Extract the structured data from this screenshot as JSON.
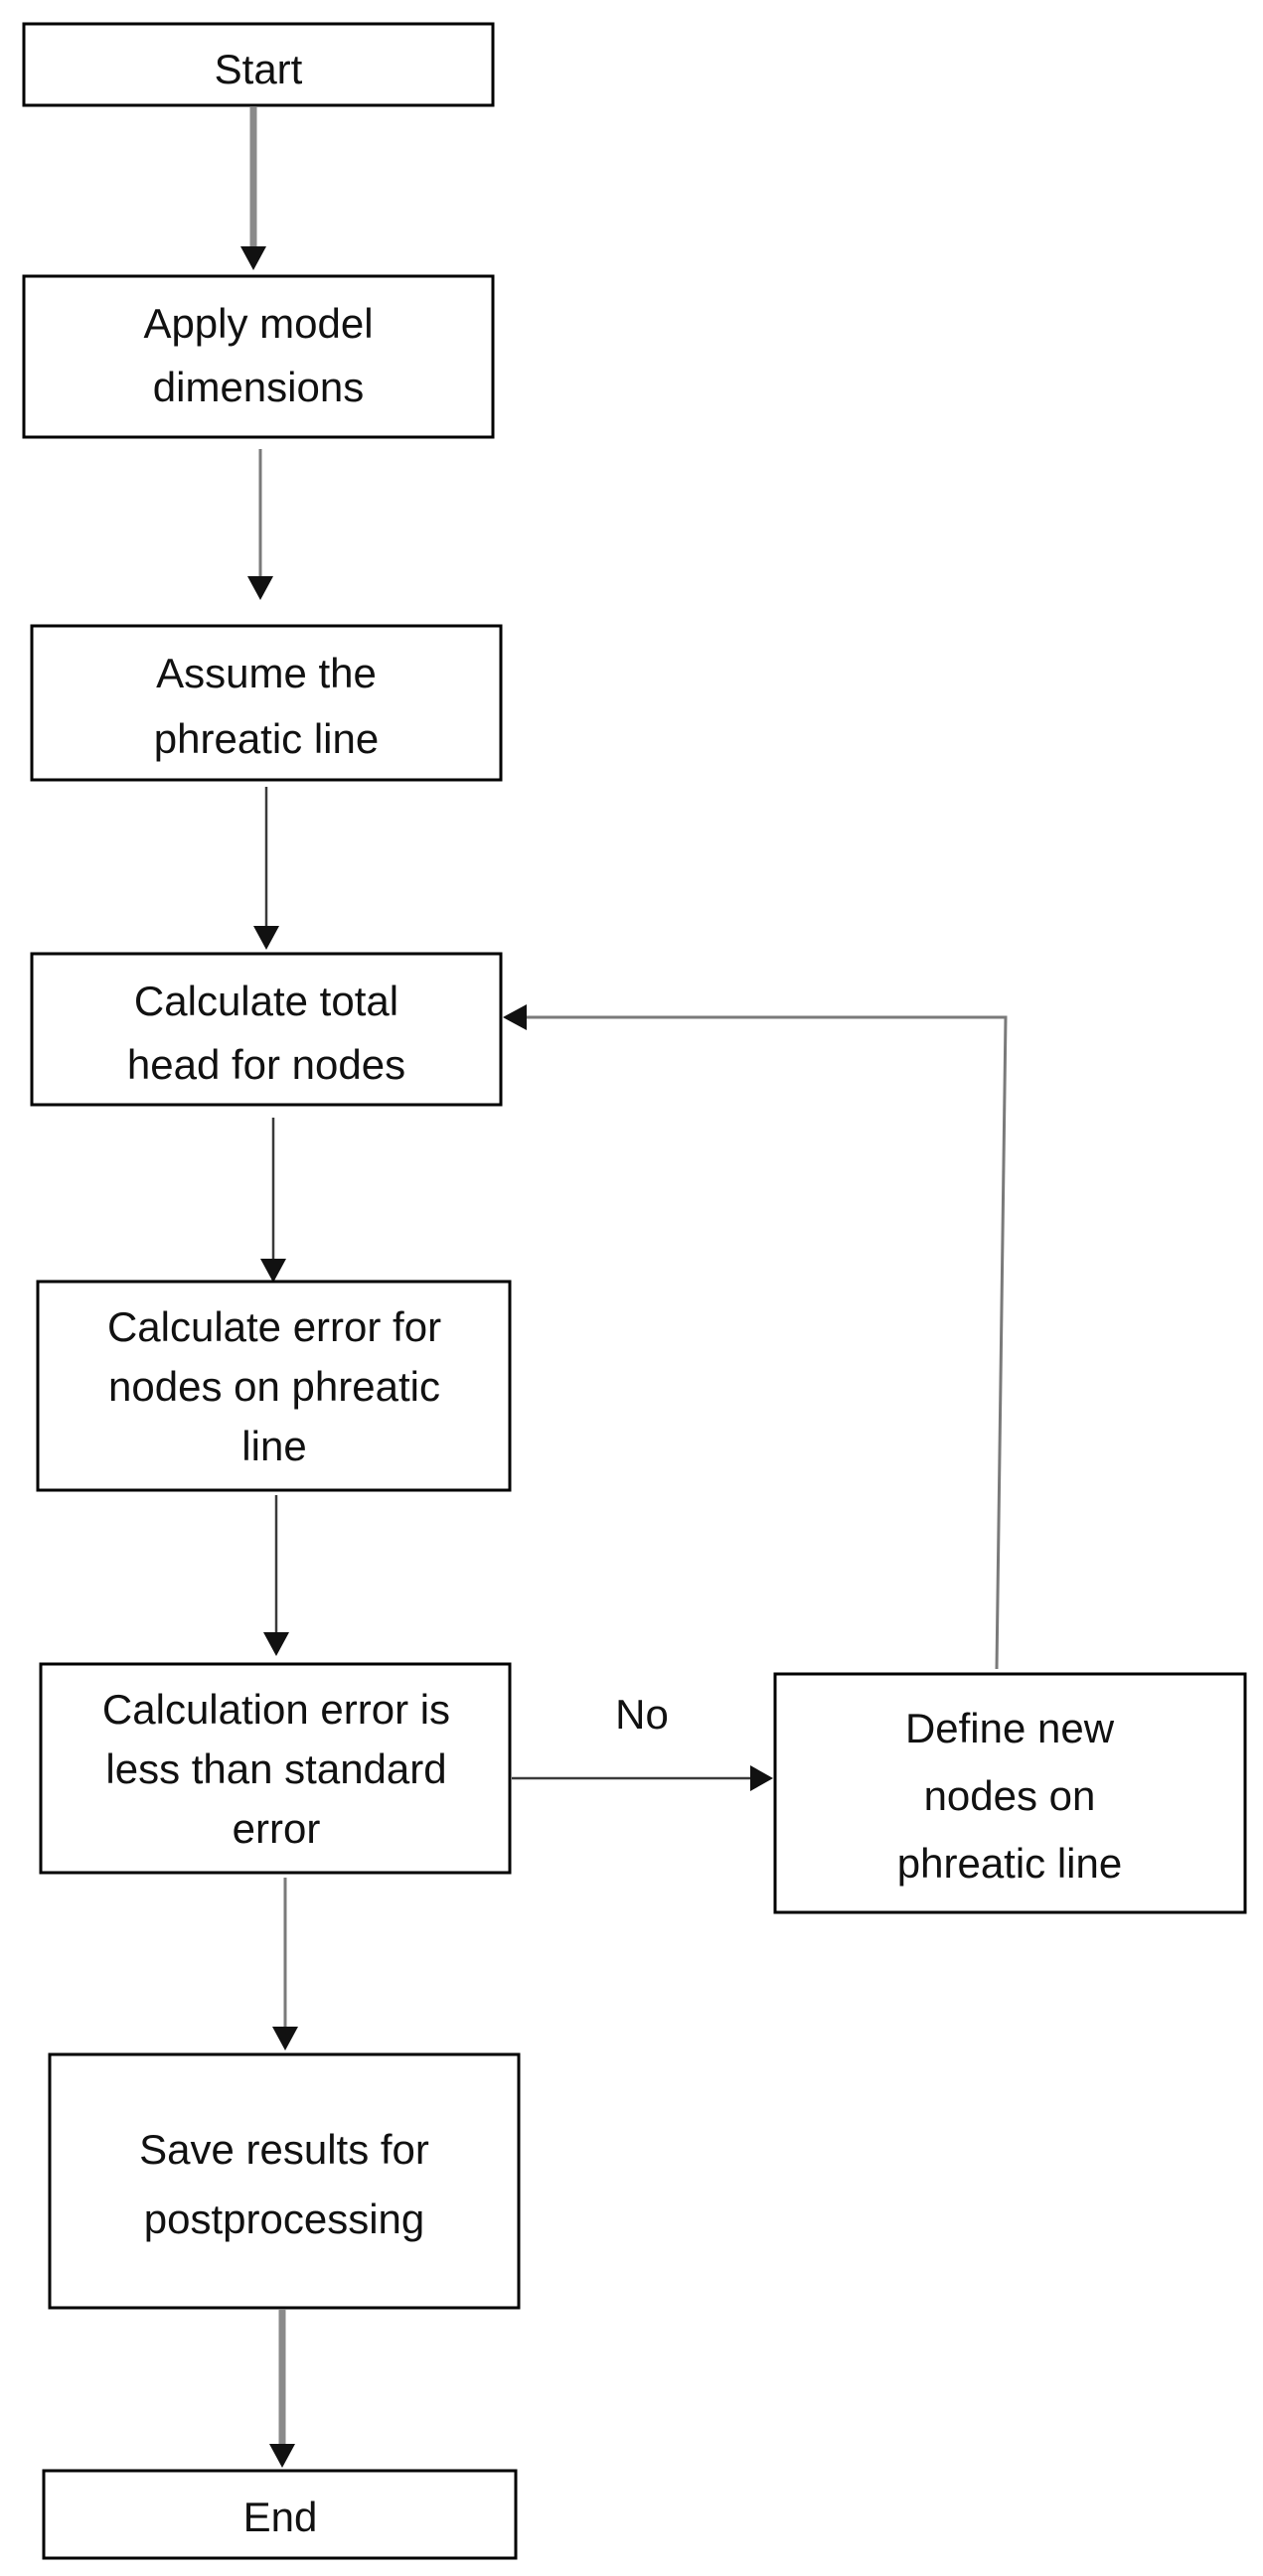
{
  "nodes": {
    "start": [
      "Start"
    ],
    "apply_model": [
      "Apply model",
      "dimensions"
    ],
    "assume_phreatic": [
      "Assume the",
      "phreatic line"
    ],
    "calc_head": [
      "Calculate total",
      "head for nodes"
    ],
    "calc_error": [
      "Calculate error for",
      "nodes on phreatic",
      "line"
    ],
    "decision": [
      "Calculation error is",
      "less than standard",
      "error"
    ],
    "define_nodes": [
      "Define new",
      "nodes on",
      "phreatic line"
    ],
    "save_results": [
      "Save results for",
      "postprocessing"
    ],
    "end": [
      "End"
    ]
  },
  "edges": [
    {
      "from": "start",
      "to": "apply_model"
    },
    {
      "from": "apply_model",
      "to": "assume_phreatic"
    },
    {
      "from": "assume_phreatic",
      "to": "calc_head"
    },
    {
      "from": "calc_head",
      "to": "calc_error"
    },
    {
      "from": "calc_error",
      "to": "decision"
    },
    {
      "from": "decision",
      "to": "define_nodes",
      "label": "No"
    },
    {
      "from": "define_nodes",
      "to": "calc_head"
    },
    {
      "from": "decision",
      "to": "save_results"
    },
    {
      "from": "save_results",
      "to": "end"
    }
  ]
}
